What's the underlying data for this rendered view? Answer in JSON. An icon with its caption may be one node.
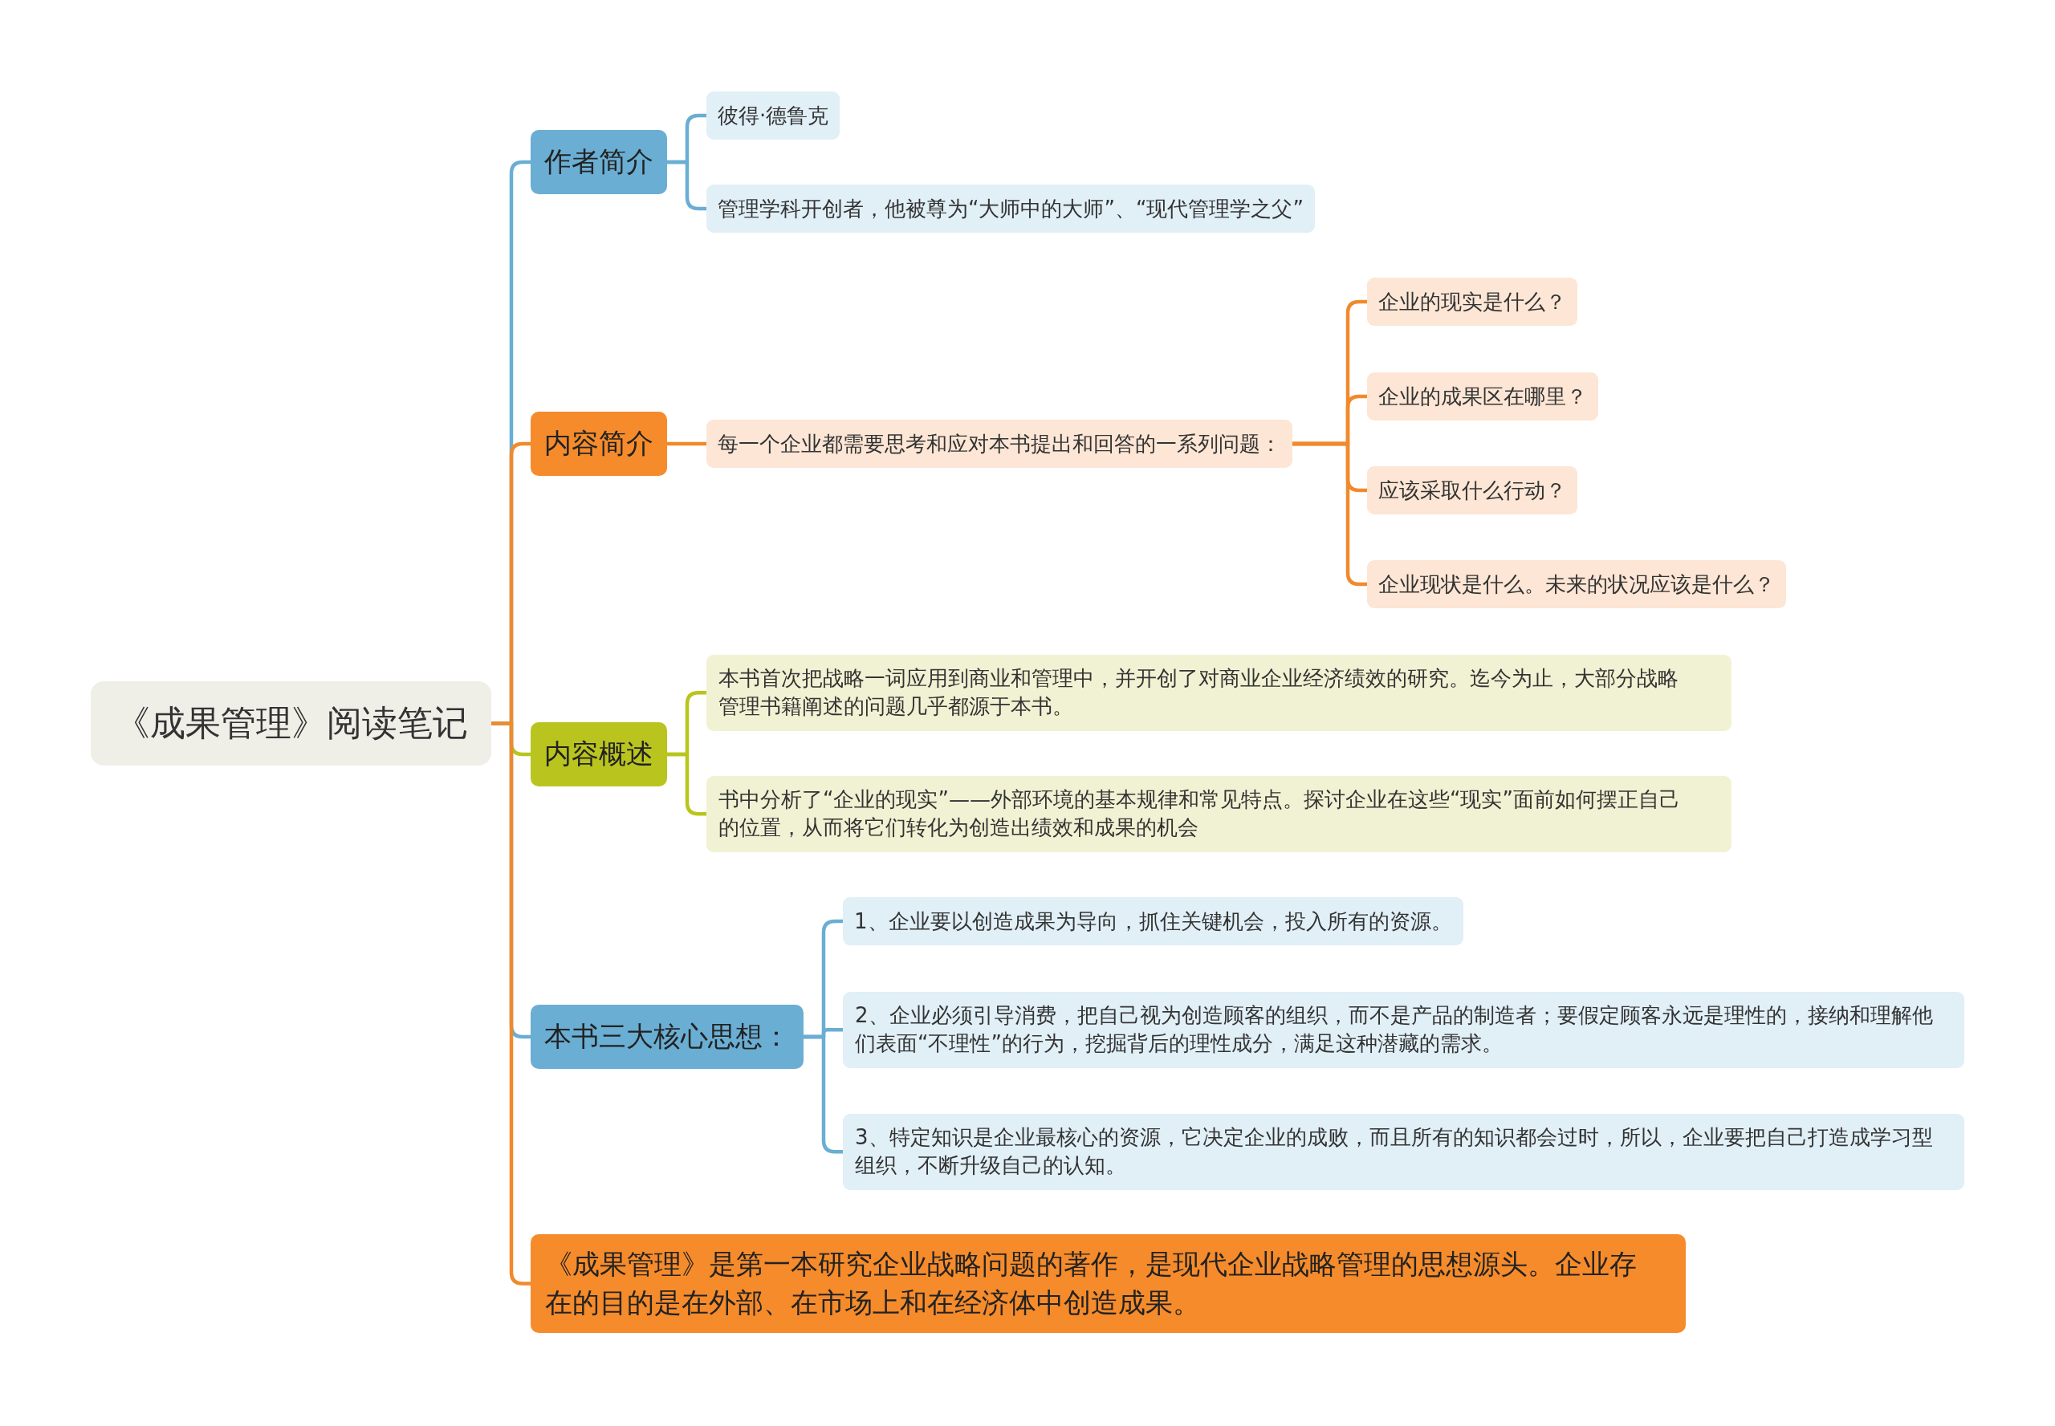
{
  "diagram": {
    "nodes": [
      {
        "text": [
          "《成果管理》阅读笔记"
        ]
      },
      {
        "text": [
          "作者简介"
        ]
      },
      {
        "text": [
          "彼得·德鲁克"
        ]
      },
      {
        "text": [
          "管理学科开创者，他被尊为“大师中的大师”、“现代管理学之父”"
        ]
      },
      {
        "text": [
          "内容简介"
        ]
      },
      {
        "text": [
          "每一个企业都需要思考和应对本书提出和回答的一系列问题："
        ]
      },
      {
        "text": [
          "企业的现实是什么？"
        ]
      },
      {
        "text": [
          "企业的成果区在哪里？"
        ]
      },
      {
        "text": [
          "应该采取什么行动？"
        ]
      },
      {
        "text": [
          "企业现状是什么。未来的状况应该是什么？"
        ]
      },
      {
        "text": [
          "内容概述"
        ]
      },
      {
        "text": [
          "本书首次把战略一词应用到商业和管理中，并开创了对商业企业经济绩效的研究。迄今为止，大部分战略管理书籍阐述的问题几乎都源于本书。"
        ]
      },
      {
        "text": [
          "书中分析了“企业的现实”——外部环境的基本规律和常见特点。探讨企业在这些“现实”面前如何摆正自己的位置，从而将它们转化为创造出绩效和成果的机会"
        ]
      },
      {
        "text": [
          "本书三大核心思想："
        ]
      },
      {
        "text": [
          "1、企业要以创造成果为导向，抓住关键机会，投入所有的资源。"
        ]
      },
      {
        "text": [
          "2、企业必须引导消费，把自己视为创造顾客的组织，而不是产品的制造者；要假定顾客永远是理性的，接纳和理解他们表面“不理性”的行为，挖掘背后的理性成分，满足这种潜藏的需求。"
        ]
      },
      {
        "text": [
          "3、特定知识是企业最核心的资源，它决定企业的成败，而且所有的知识都会过时，所以，企业要把自己打造成学习型组织，不断升级自己的认知。"
        ]
      },
      {
        "text": [
          "《成果管理》是第一本研究企业战略问题的著作，是现代企业战略管理的思想源头。企业存在的目的是在外部、在市场上和在经济体中创造成果。"
        ]
      }
    ],
    "edges": [
      {
        "from": 0,
        "to": 1,
        "arrow": "none",
        "color": "#6aaed3"
      },
      {
        "from": 1,
        "to": 2,
        "arrow": "none",
        "color": "#6aaed3"
      },
      {
        "from": 1,
        "to": 3,
        "arrow": "none",
        "color": "#6aaed3"
      },
      {
        "from": 0,
        "to": 4,
        "arrow": "none",
        "color": "#f08a2c"
      },
      {
        "from": 4,
        "to": 5,
        "arrow": "none",
        "color": "#f08a2c"
      },
      {
        "from": 5,
        "to": 6,
        "arrow": "none",
        "color": "#f08a2c"
      },
      {
        "from": 5,
        "to": 7,
        "arrow": "none",
        "color": "#f08a2c"
      },
      {
        "from": 5,
        "to": 8,
        "arrow": "none",
        "color": "#f08a2c"
      },
      {
        "from": 5,
        "to": 9,
        "arrow": "none",
        "color": "#f08a2c"
      },
      {
        "from": 0,
        "to": 10,
        "arrow": "none",
        "color": "#b8c51c"
      },
      {
        "from": 10,
        "to": 11,
        "arrow": "none",
        "color": "#b8c51c"
      },
      {
        "from": 10,
        "to": 12,
        "arrow": "none",
        "color": "#b8c51c"
      },
      {
        "from": 0,
        "to": 13,
        "arrow": "none",
        "color": "#6aaed3"
      },
      {
        "from": 13,
        "to": 14,
        "arrow": "none",
        "color": "#6aaed3"
      },
      {
        "from": 13,
        "to": 15,
        "arrow": "none",
        "color": "#6aaed3"
      },
      {
        "from": 13,
        "to": 16,
        "arrow": "none",
        "color": "#6aaed3"
      },
      {
        "from": 0,
        "to": 17,
        "arrow": "none",
        "color": "#f08a2c"
      }
    ]
  }
}
